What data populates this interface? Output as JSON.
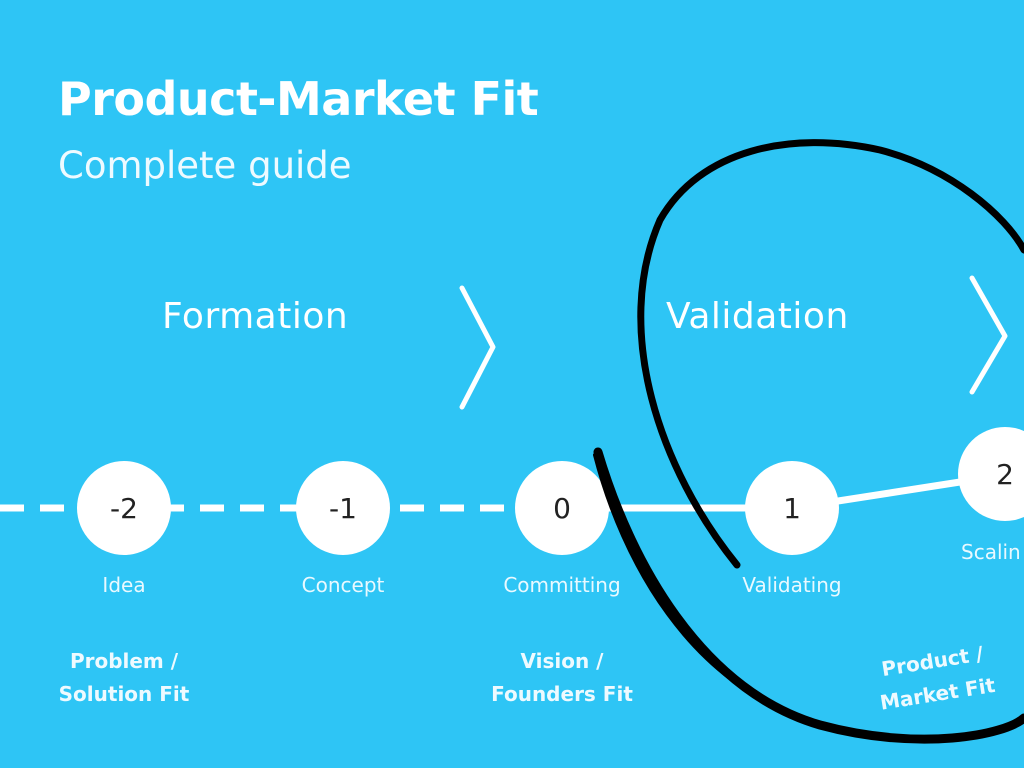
{
  "header": {
    "title": "Product-Market Fit",
    "subtitle": "Complete guide"
  },
  "phases": [
    {
      "label": "Formation"
    },
    {
      "label": "Validation"
    }
  ],
  "stages": [
    {
      "number": "-2",
      "label": "Idea"
    },
    {
      "number": "-1",
      "label": "Concept"
    },
    {
      "number": "0",
      "label": "Committing"
    },
    {
      "number": "1",
      "label": "Validating"
    },
    {
      "number": "2",
      "label": "Scalin"
    }
  ],
  "fits": [
    {
      "line1": "Problem /",
      "line2": "Solution Fit"
    },
    {
      "line1": "Vision /",
      "line2": "Founders Fit"
    },
    {
      "line1": "Product /",
      "line2": "Market Fit"
    }
  ],
  "colors": {
    "background": "#2ec5f5",
    "foreground": "#ffffff",
    "node_text": "#222222",
    "highlight_ellipse": "#000000"
  },
  "icons": {
    "phase_separator": "chevron-right-icon",
    "highlight": "hand-drawn-ellipse"
  }
}
